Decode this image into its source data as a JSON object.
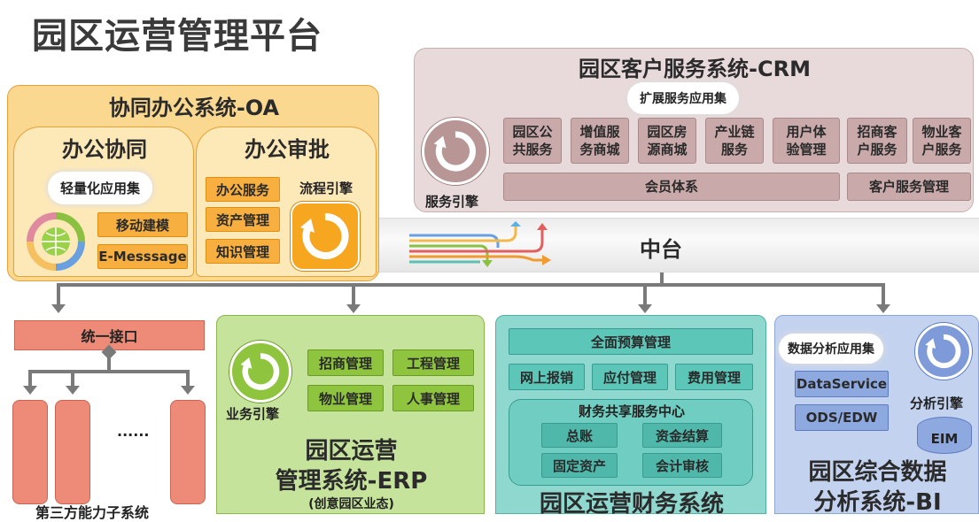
{
  "title": "园区运营管理平台",
  "oa": {
    "title": "协同办公系统-OA",
    "collab": {
      "title": "办公协同",
      "app_set": "轻量化应用集",
      "items": [
        "移动建模",
        "E-Messsage"
      ]
    },
    "approval": {
      "title": "办公审批",
      "items": [
        "办公服务",
        "资产管理",
        "知识管理"
      ],
      "engine": "流程引擎"
    }
  },
  "crm": {
    "title": "园区客户服务系统-CRM",
    "app_set": "扩展服务应用集",
    "engine": "服务引擎",
    "services": [
      [
        "园区公",
        "共服务"
      ],
      [
        "增值服",
        "务商城"
      ],
      [
        "园区房",
        "源商城"
      ],
      [
        "产业链",
        "服务"
      ],
      [
        "用户体",
        "验管理"
      ],
      [
        "招商客",
        "户服务"
      ],
      [
        "物业客",
        "户服务"
      ]
    ],
    "member": "会员体系",
    "customer_mgmt": "客户服务管理"
  },
  "middle": {
    "label": "中台"
  },
  "third_party": {
    "interface": "统一接口",
    "ellipsis": "......",
    "label": "第三方能力子系统"
  },
  "erp": {
    "items": [
      "招商管理",
      "工程管理",
      "物业管理",
      "人事管理"
    ],
    "engine": "业务引擎",
    "title_line1": "园区运营",
    "title_line2": "管理系统-ERP",
    "subtitle": "(创意园区业态)"
  },
  "finance": {
    "budget": "全面预算管理",
    "items": [
      "网上报销",
      "应付管理",
      "费用管理"
    ],
    "center": "财务共享服务中心",
    "center_items": [
      "总账",
      "资金结算",
      "固定资产",
      "会计审核"
    ],
    "title": "园区运营财务系统"
  },
  "bi": {
    "app_set": "数据分析应用集",
    "items": [
      "DataService",
      "ODS/EDW"
    ],
    "engine": "分析引擎",
    "eim": "EIM",
    "title_line1": "园区综合数据",
    "title_line2": "分析系统-BI"
  },
  "colors": {
    "oa": "#fbd890",
    "crm": "#e8dada",
    "erp": "#c5e39a",
    "finance": "#8fd8cf",
    "bi": "#c3d3ef",
    "third": "#ee8a78"
  }
}
